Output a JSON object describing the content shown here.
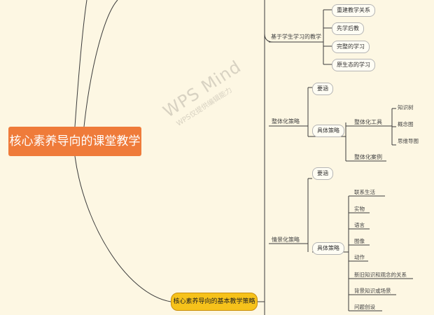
{
  "root": {
    "label": "核心素养导向的课堂教学"
  },
  "branch": {
    "label": "核心素养导向的基本教学策略"
  },
  "watermark": {
    "title": "WPS Mind",
    "subtitle": "WPS仅提供编辑能力"
  },
  "groups": {
    "student": {
      "label": "基于学生学习的教学",
      "items": [
        "重建教学关系",
        "先学后教",
        "完整的学习",
        "原生态的学习"
      ]
    },
    "holistic": {
      "label": "整体化策略",
      "meaning": "要涵",
      "concrete": "具体策略",
      "tools": {
        "label": "整体化工具",
        "items": [
          "知识树",
          "概念图",
          "思维导图"
        ]
      },
      "cases": "整体化案例"
    },
    "situational": {
      "label": "情景化策略",
      "meaning": "要涵",
      "concrete": "具体策略",
      "items": [
        "联系生活",
        "实物",
        "语言",
        "图像",
        "动作",
        "新旧知识和观念的关系",
        "背景知识或场景",
        "问题创设"
      ]
    }
  }
}
